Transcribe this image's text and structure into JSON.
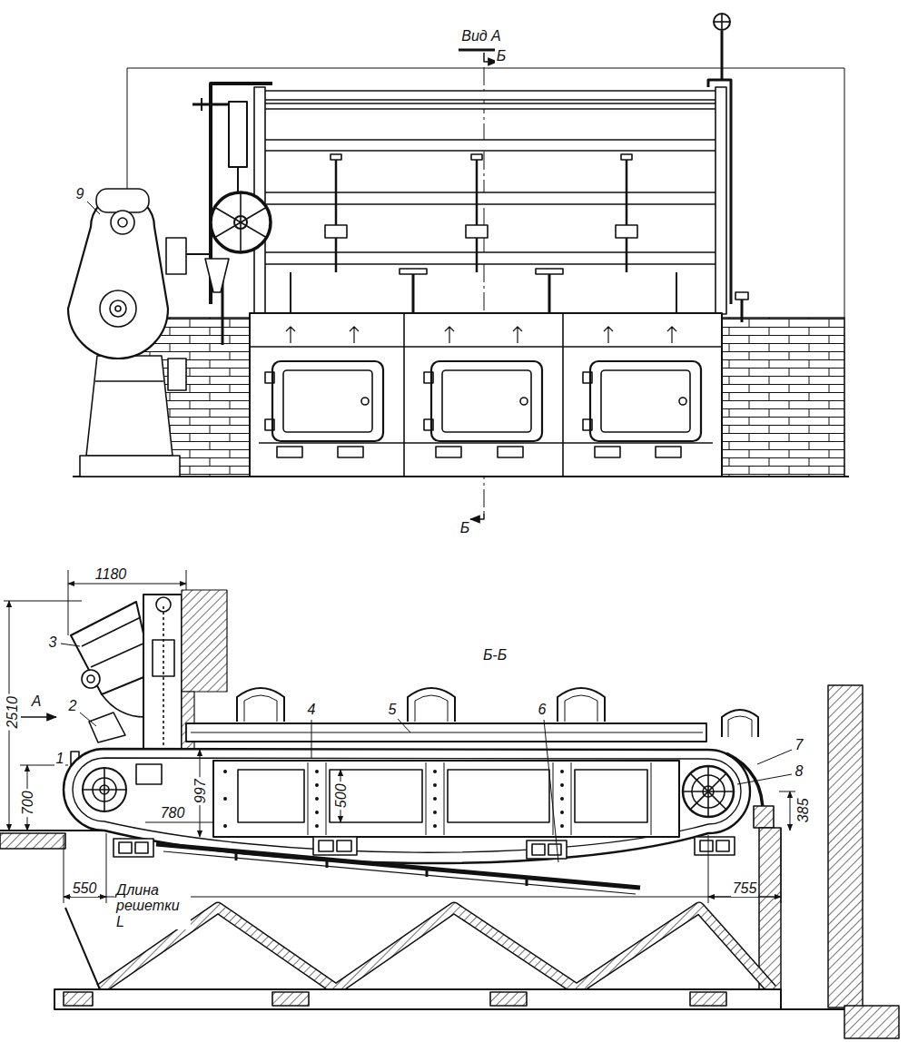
{
  "diagram": {
    "labels": [
      "Вид А",
      "Б",
      "9",
      "Б",
      "Б-Б",
      "1180",
      "3",
      "2510",
      "А",
      "2",
      "1",
      "700",
      "997",
      "780",
      "500",
      "4",
      "5",
      "6",
      "7",
      "8",
      "385",
      "550",
      "Длина решетки L",
      "755"
    ]
  }
}
